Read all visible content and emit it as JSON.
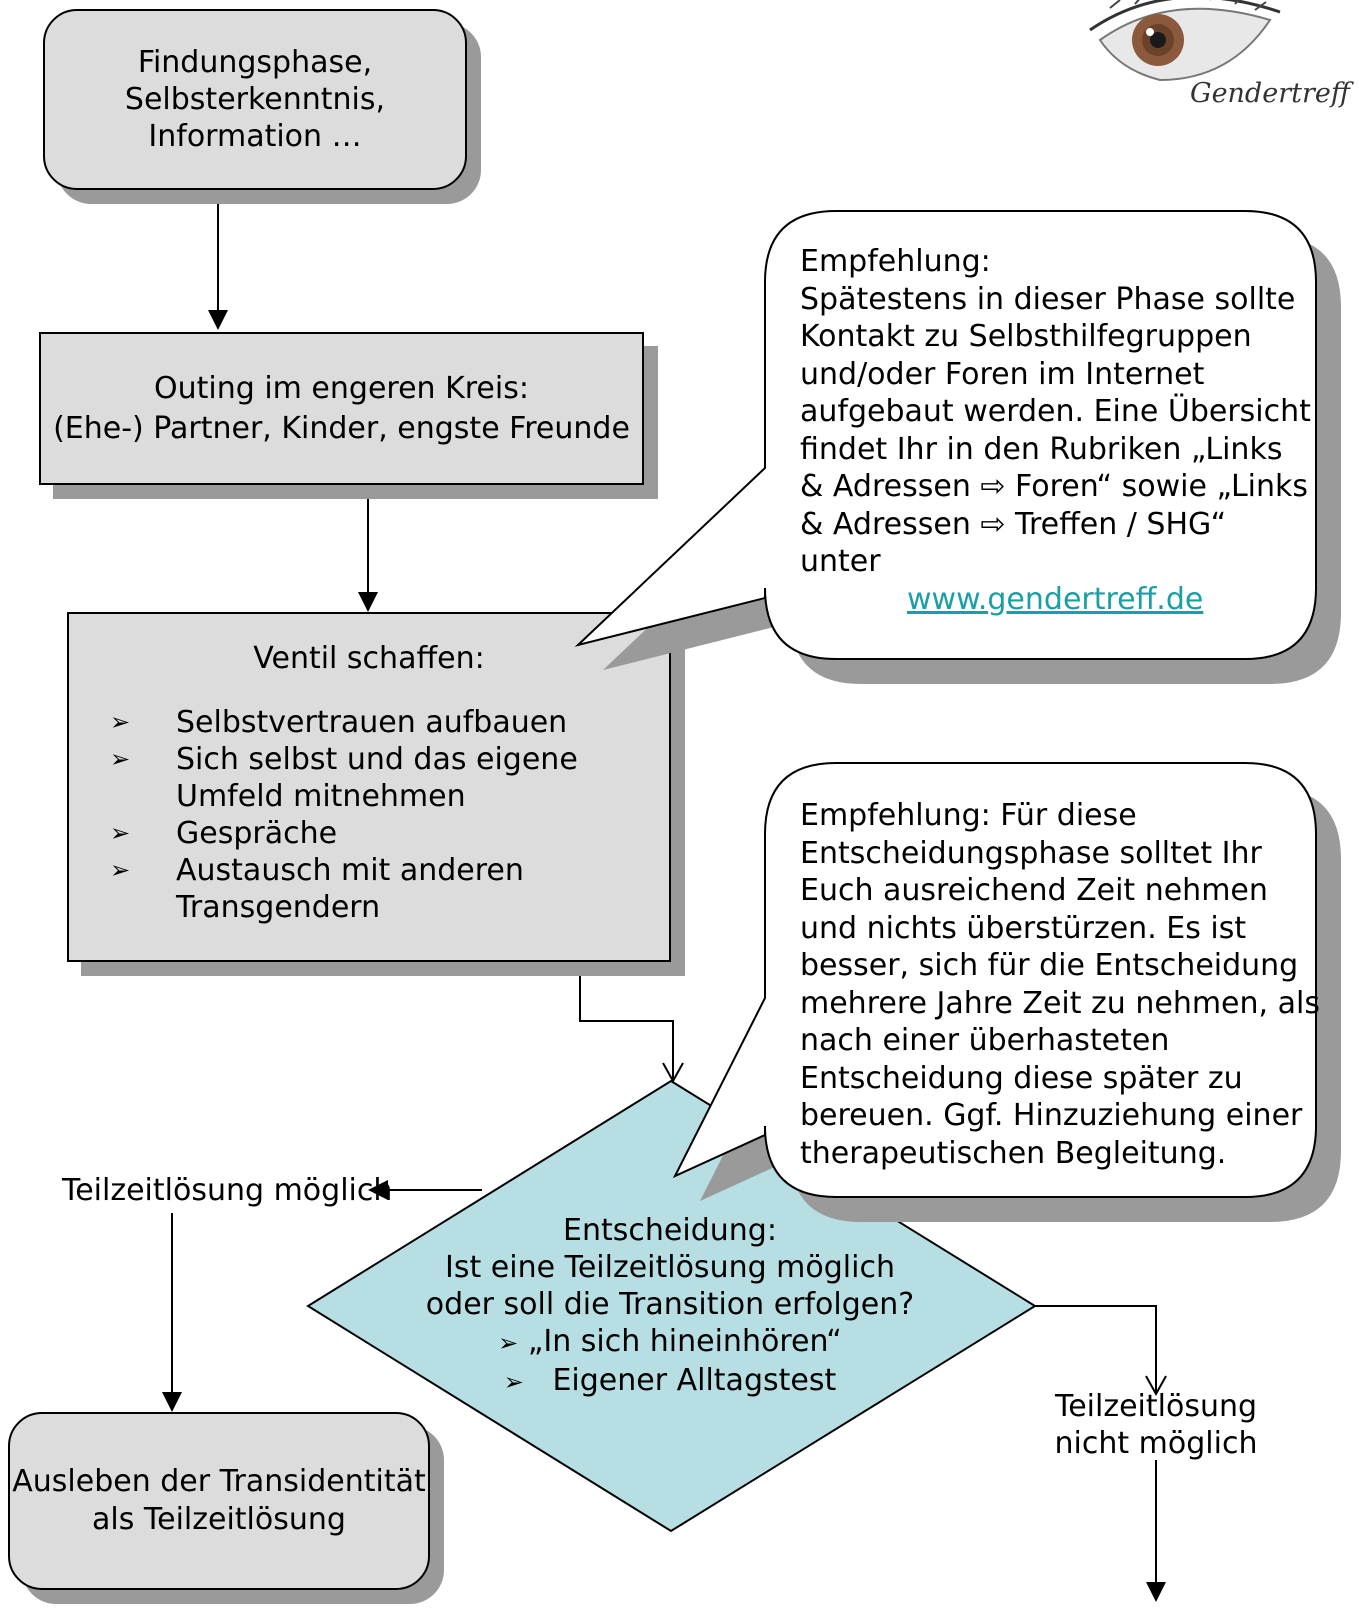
{
  "logo": {
    "text": "Gendertreff"
  },
  "nodes": {
    "findung": {
      "lines": [
        "Findungsphase,",
        "Selbsterkenntnis,",
        "Information …"
      ]
    },
    "outing": {
      "lines": [
        "Outing im engeren Kreis:",
        "(Ehe-) Partner, Kinder, engste Freunde"
      ]
    },
    "ventil": {
      "title": "Ventil schaffen:",
      "bullet_symbol": "➢",
      "items": [
        {
          "lines": [
            "Selbstvertrauen aufbauen"
          ]
        },
        {
          "lines": [
            "Sich selbst und das eigene",
            "Umfeld mitnehmen"
          ]
        },
        {
          "lines": [
            "Gespräche"
          ]
        },
        {
          "lines": [
            "Austausch mit anderen",
            "Transgendern"
          ]
        }
      ]
    },
    "entscheidung": {
      "lines": [
        "Entscheidung:",
        "Ist eine Teilzeitlösung möglich",
        "oder soll die Transition erfolgen?"
      ],
      "bullets": [
        "„In sich hineinhören“",
        "Eigener Alltagstest"
      ],
      "bullet_symbol": "➢"
    },
    "teilzeit_moeglich": {
      "text": "Teilzeitlösung möglich"
    },
    "teilzeit_nicht": {
      "lines": [
        "Teilzeitlösung",
        "nicht möglich"
      ]
    },
    "ausleben": {
      "lines": [
        "Ausleben der Transidentität",
        "als Teilzeitlösung"
      ]
    }
  },
  "callouts": {
    "c1": {
      "lines": [
        "Empfehlung:",
        "Spätestens in dieser Phase sollte",
        "Kontakt zu Selbsthilfegruppen",
        "und/oder Foren im Internet",
        "aufgebaut werden. Eine Übersicht",
        "findet Ihr in den Rubriken „Links",
        "& Adressen ⇨ Foren“ sowie „Links",
        "& Adressen ⇨ Treffen / SHG“",
        "unter"
      ],
      "link": "www.gendertreff.de"
    },
    "c2": {
      "lines": [
        "Empfehlung: Für diese",
        "Entscheidungsphase solltet Ihr",
        "Euch ausreichend Zeit nehmen",
        "und nichts überstürzen. Es ist",
        "besser, sich für die Entscheidung",
        "mehrere Jahre Zeit zu nehmen, als",
        "nach einer überhasteten",
        "Entscheidung diese später zu",
        "bereuen. Ggf. Hinzuziehung einer",
        "therapeutischen Begleitung."
      ]
    }
  },
  "colors": {
    "box_fill": "#dcdcdc",
    "shadow": "#9a9a9a",
    "diamond_fill": "#b7dfe3",
    "link": "#1a9fa6"
  }
}
